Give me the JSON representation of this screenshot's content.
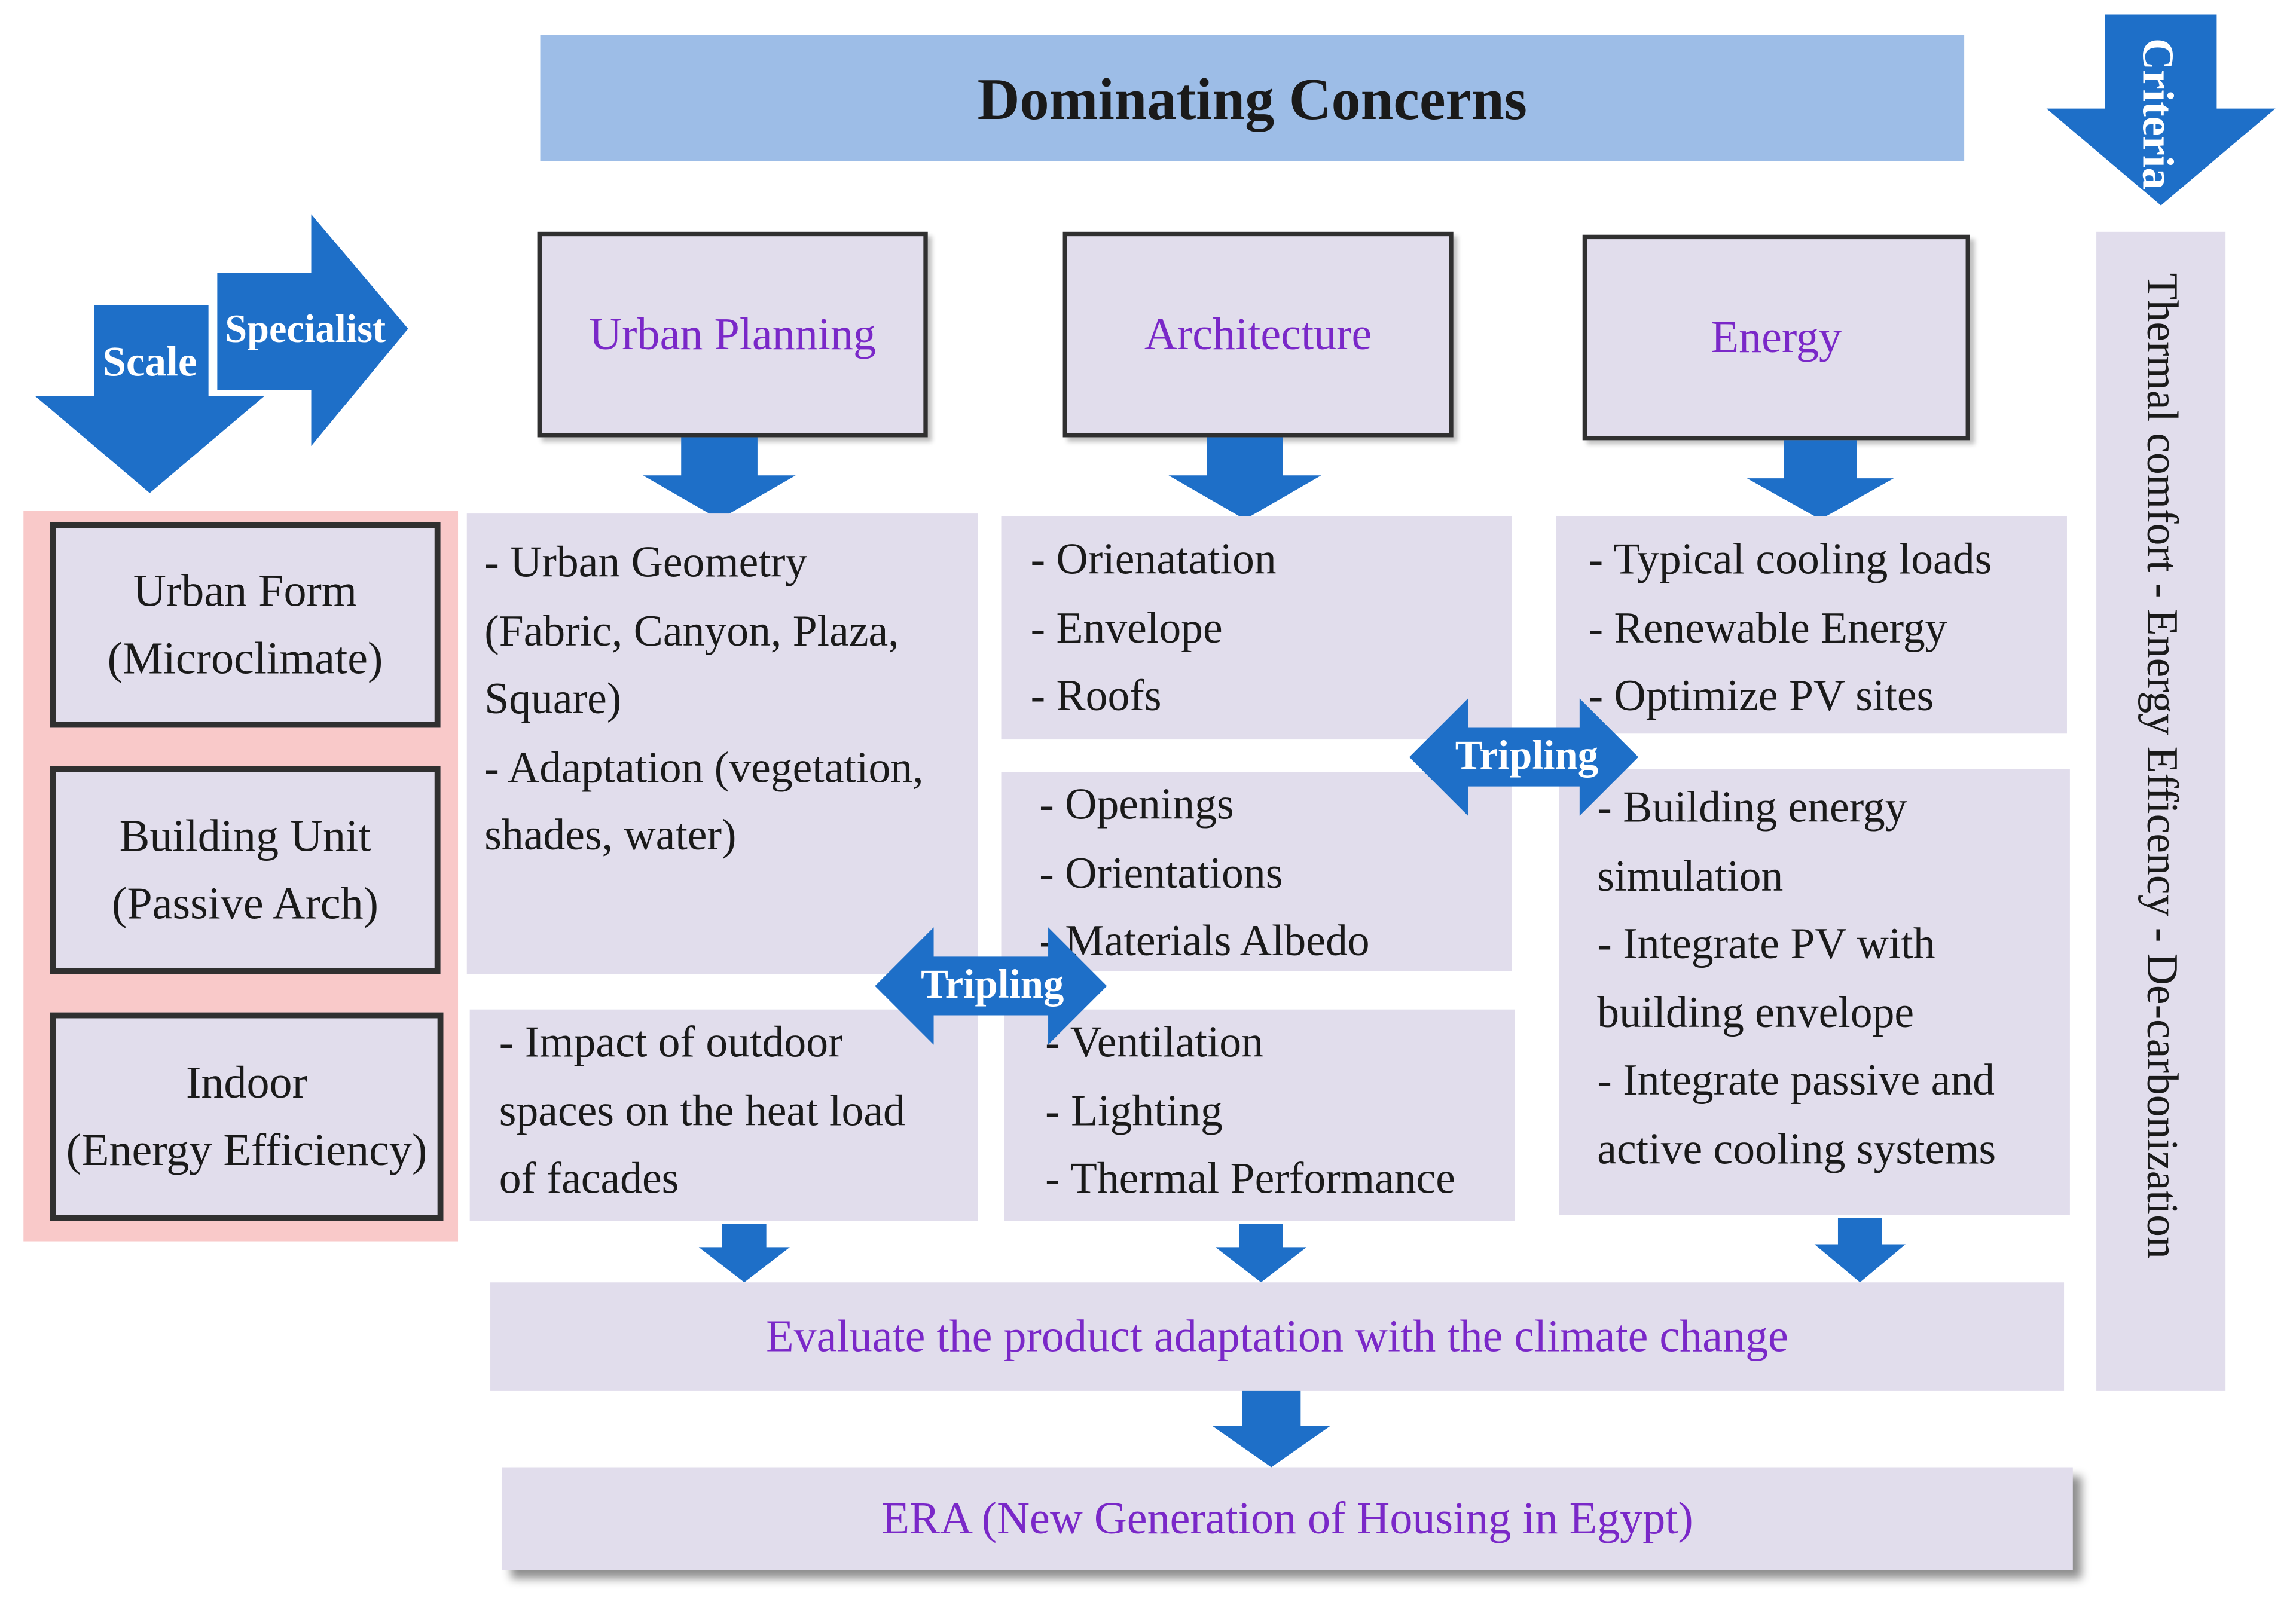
{
  "title": "Dominating Concerns",
  "criteria_label": "Criteria",
  "criteria_text": "Thermal comfort - Energy Efficency - De-carbonization",
  "scale_label": "Scale",
  "specialist_label": "Specialist",
  "columns": [
    {
      "label": "Urban Planning"
    },
    {
      "label": "Architecture"
    },
    {
      "label": "Energy"
    }
  ],
  "scales": [
    {
      "line1": "Urban Form",
      "line2": "(Microclimate)"
    },
    {
      "line1": "Building Unit",
      "line2": "(Passive Arch)"
    },
    {
      "line1": "Indoor",
      "line2": "(Energy Efficiency)"
    }
  ],
  "panels": {
    "urban_top": "- Urban Geometry\n(Fabric, Canyon, Plaza,\nSquare)\n- Adaptation (vegetation,\nshades, water)",
    "arch_top": "- Orienatation\n- Envelope\n- Roofs",
    "energy_top": "- Typical cooling loads\n- Renewable Energy\n- Optimize PV sites",
    "arch_mid": "- Openings\n- Orientations\n- Materials Albedo",
    "energy_bottom": "- Building energy\nsimulation\n- Integrate PV with\nbuilding envelope\n- Integrate passive and\nactive cooling systems",
    "urban_bottom": "- Impact of outdoor\nspaces on the heat load\nof facades",
    "arch_bottom": "- Ventilation\n- Lighting\n- Thermal Performance"
  },
  "tripling_label": "Tripling",
  "evaluate_label": "Evaluate the product adaptation with the climate change",
  "era_label": "ERA (New Generation of Housing in Egypt)",
  "colors": {
    "band": "#9dbde7",
    "box": "#e1ddec",
    "arrow": "#1e6fc8",
    "accent_text": "#7a28c8",
    "scale_bg": "#f9c9c9"
  }
}
